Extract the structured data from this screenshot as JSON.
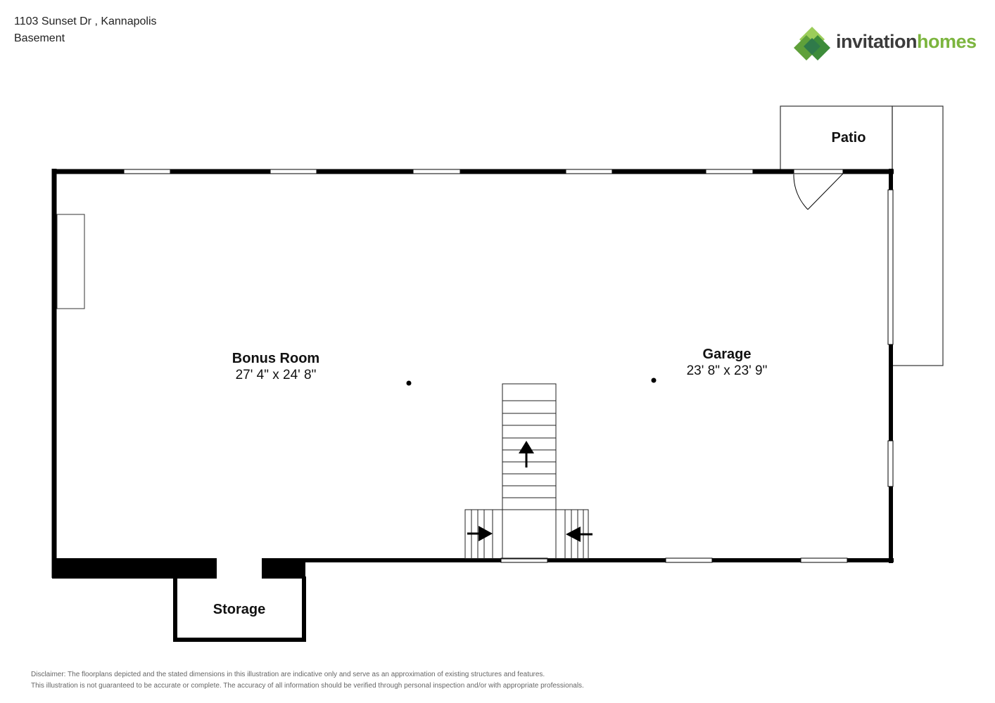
{
  "header": {
    "address": "1103 Sunset Dr , Kannapolis",
    "level": "Basement"
  },
  "logo": {
    "word1": "invitation",
    "word2": "homes",
    "colors": {
      "dark": "#3b3b3b",
      "green": "#7cb53e"
    }
  },
  "rooms": {
    "bonus_room": {
      "name": "Bonus Room",
      "dims": "27' 4\" x 24' 8\""
    },
    "garage": {
      "name": "Garage",
      "dims": "23' 8\" x 23' 9\""
    },
    "patio": {
      "name": "Patio"
    },
    "storage": {
      "name": "Storage"
    }
  },
  "disclaimer": {
    "line1": "Disclaimer: The floorplans depicted and the stated dimensions in this illustration are indicative only and serve as an approximation of existing structures and features.",
    "line2": "This illustration is not guaranteed to be accurate or complete. The accuracy of all information should be verified through personal inspection and/or with appropriate professionals."
  }
}
